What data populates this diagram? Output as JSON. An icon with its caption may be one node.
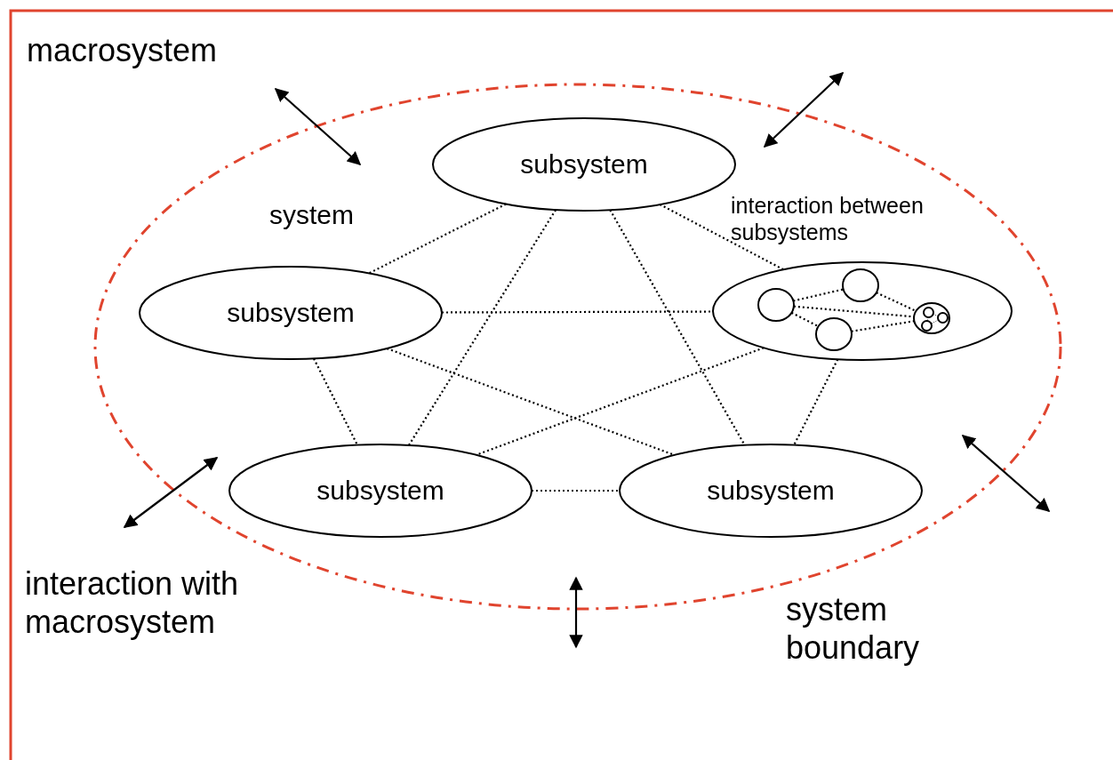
{
  "diagram": {
    "nodes": [
      {
        "text": [
          "macrosystem"
        ]
      },
      {
        "text": [
          "system"
        ],
        "in": 0
      },
      {
        "text": [
          "subsystem"
        ],
        "in": 1
      },
      {
        "text": [
          "subsystem"
        ],
        "in": 1
      },
      {
        "text": [],
        "shape": "circle",
        "in": 1
      },
      {
        "text": [
          "subsystem"
        ],
        "in": 1
      },
      {
        "text": [
          "subsystem"
        ],
        "in": 1
      },
      {
        "text": [],
        "shape": "circle",
        "in": 4
      },
      {
        "text": [],
        "shape": "circle",
        "in": 4
      },
      {
        "text": [],
        "shape": "circle",
        "in": 4
      },
      {
        "text": [],
        "shape": "circle",
        "in": 4
      },
      {
        "text": [],
        "shape": "circle",
        "in": 10
      },
      {
        "text": [],
        "shape": "circle",
        "in": 10
      },
      {
        "text": [],
        "shape": "circle",
        "in": 10
      }
    ],
    "edges": [
      {
        "from": 2,
        "to": 3,
        "arrow": "none",
        "style": "dashed"
      },
      {
        "from": 2,
        "to": 4,
        "arrow": "none",
        "style": "dashed"
      },
      {
        "from": 2,
        "to": 5,
        "arrow": "none",
        "style": "dashed"
      },
      {
        "from": 2,
        "to": 6,
        "arrow": "none",
        "style": "dashed"
      },
      {
        "from": 3,
        "to": 4,
        "arrow": "none",
        "style": "dashed"
      },
      {
        "from": 3,
        "to": 5,
        "arrow": "none",
        "style": "dashed"
      },
      {
        "from": 3,
        "to": 6,
        "arrow": "none",
        "style": "dashed"
      },
      {
        "from": 4,
        "to": 5,
        "arrow": "none",
        "style": "dashed"
      },
      {
        "from": 4,
        "to": 6,
        "arrow": "none",
        "style": "dashed"
      },
      {
        "from": 5,
        "to": 6,
        "arrow": "none",
        "style": "dashed"
      },
      {
        "from": 7,
        "to": 8,
        "arrow": "none",
        "style": "dashed"
      },
      {
        "from": 7,
        "to": 10,
        "arrow": "none",
        "style": "dashed"
      },
      {
        "from": 7,
        "to": 9,
        "arrow": "none",
        "style": "dashed"
      },
      {
        "from": 8,
        "to": 10,
        "arrow": "none",
        "style": "dashed"
      },
      {
        "from": 9,
        "to": 10,
        "arrow": "none",
        "style": "dashed"
      },
      {
        "from": 11,
        "to": 12,
        "arrow": "none",
        "style": "dashed"
      },
      {
        "from": 11,
        "to": 13,
        "arrow": "none",
        "style": "dashed"
      },
      {
        "from": 12,
        "to": 13,
        "arrow": "none",
        "style": "dashed"
      }
    ],
    "labels": [
      "interaction between subsystems",
      "interaction with macrosystem",
      "system boundary"
    ]
  }
}
